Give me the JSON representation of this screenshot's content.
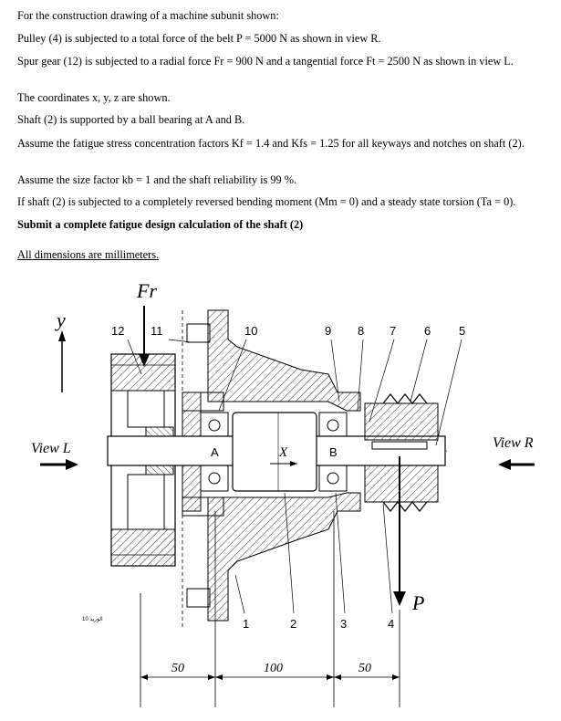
{
  "problem": {
    "intro": "For the construction drawing of a machine subunit shown:",
    "pulley": "Pulley (4) is subjected to a total force of the belt P = 5000 N as shown in view R.",
    "gear": "Spur gear (12) is subjected to a radial force Fr = 900 N and a tangential force Ft = 2500 N as shown in view L.",
    "coords": "The coordinates x, y, z are shown.",
    "bearings": "Shaft (2) is supported by a ball bearing at A and B.",
    "fatigue": "Assume the fatigue stress concentration factors Kf = 1.4 and Kfs = 1.25 for all keyways and notches on shaft (2).",
    "size_factor": "Assume the size factor kb = 1 and the shaft reliability is 99 %.",
    "loading": "If shaft (2) is subjected to a completely reversed bending moment (Mm = 0) and a steady state torsion (Ta = 0).",
    "task": "Submit a complete fatigue design calculation of the shaft (2)",
    "units": "All dimensions are millimeters."
  },
  "drawing": {
    "force_fr": "Fr",
    "force_p": "P",
    "axis_y": "y",
    "axis_x": "X",
    "view_left": "View L",
    "view_right": "View R",
    "bearing_a": "A",
    "bearing_b": "B",
    "parts_top": [
      "12",
      "11",
      "10",
      "9",
      "8",
      "7",
      "6",
      "5"
    ],
    "parts_bottom": [
      "1",
      "2",
      "3",
      "4"
    ],
    "dim_1": "50",
    "dim_2": "100",
    "dim_3": "50",
    "small_note": "10 الوريد"
  }
}
